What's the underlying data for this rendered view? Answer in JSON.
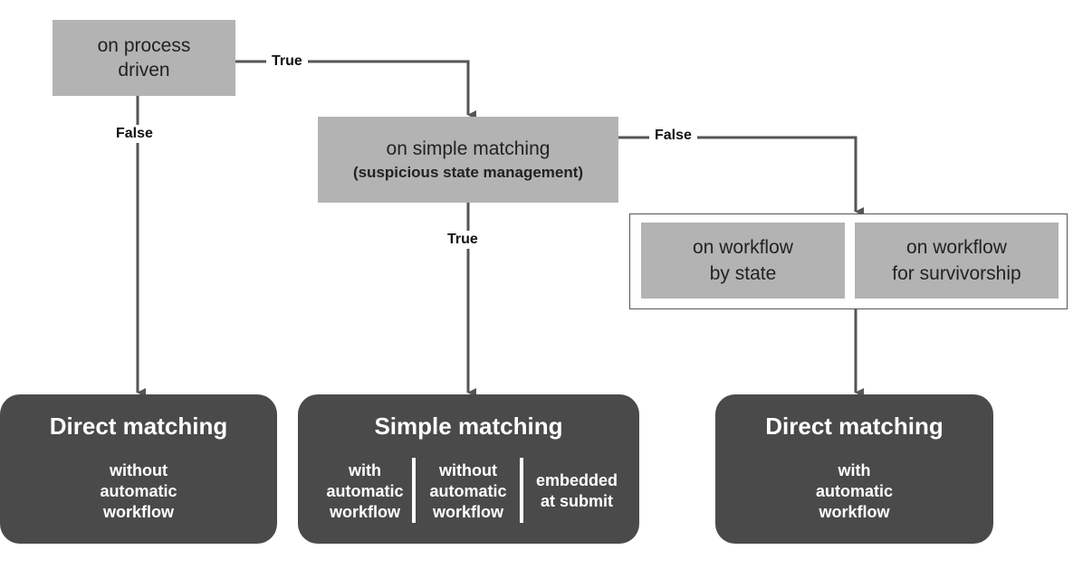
{
  "conditions": {
    "process_driven": {
      "lines": [
        "on process",
        "driven"
      ]
    },
    "simple_matching": {
      "line1": "on simple matching",
      "line2": "(suspicious state management)"
    },
    "workflow_by_state": {
      "lines": [
        "on workflow",
        "by state"
      ]
    },
    "workflow_survivorship": {
      "lines": [
        "on workflow",
        "for survivorship"
      ]
    }
  },
  "edge_labels": {
    "process_true": "True",
    "process_false": "False",
    "simple_false": "False",
    "simple_true": "True"
  },
  "outcomes": {
    "left": {
      "title": "Direct matching",
      "sub": [
        "without",
        "automatic",
        "workflow"
      ]
    },
    "middle": {
      "title": "Simple matching",
      "col1": [
        "with",
        "automatic",
        "workflow"
      ],
      "col2": [
        "without",
        "automatic",
        "workflow"
      ],
      "col3": [
        "embedded",
        "at submit"
      ]
    },
    "right": {
      "title": "Direct matching",
      "sub": [
        "with",
        "automatic",
        "workflow"
      ]
    }
  },
  "colors": {
    "condition_fill": "#b3b3b3",
    "outcome_fill": "#4a4a4a",
    "connector": "#555555"
  }
}
